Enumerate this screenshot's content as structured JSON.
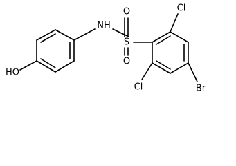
{
  "structure": {
    "atom_labels": {
      "hydroxyl": "HO",
      "amine": "NH",
      "sulfur": "S",
      "oxygen_top": "O",
      "oxygen_bottom": "O",
      "chlorine_top": "Cl",
      "chlorine_bottom": "Cl",
      "bromine": "Br"
    },
    "line_color": "#000000",
    "background_color": "#ffffff"
  }
}
